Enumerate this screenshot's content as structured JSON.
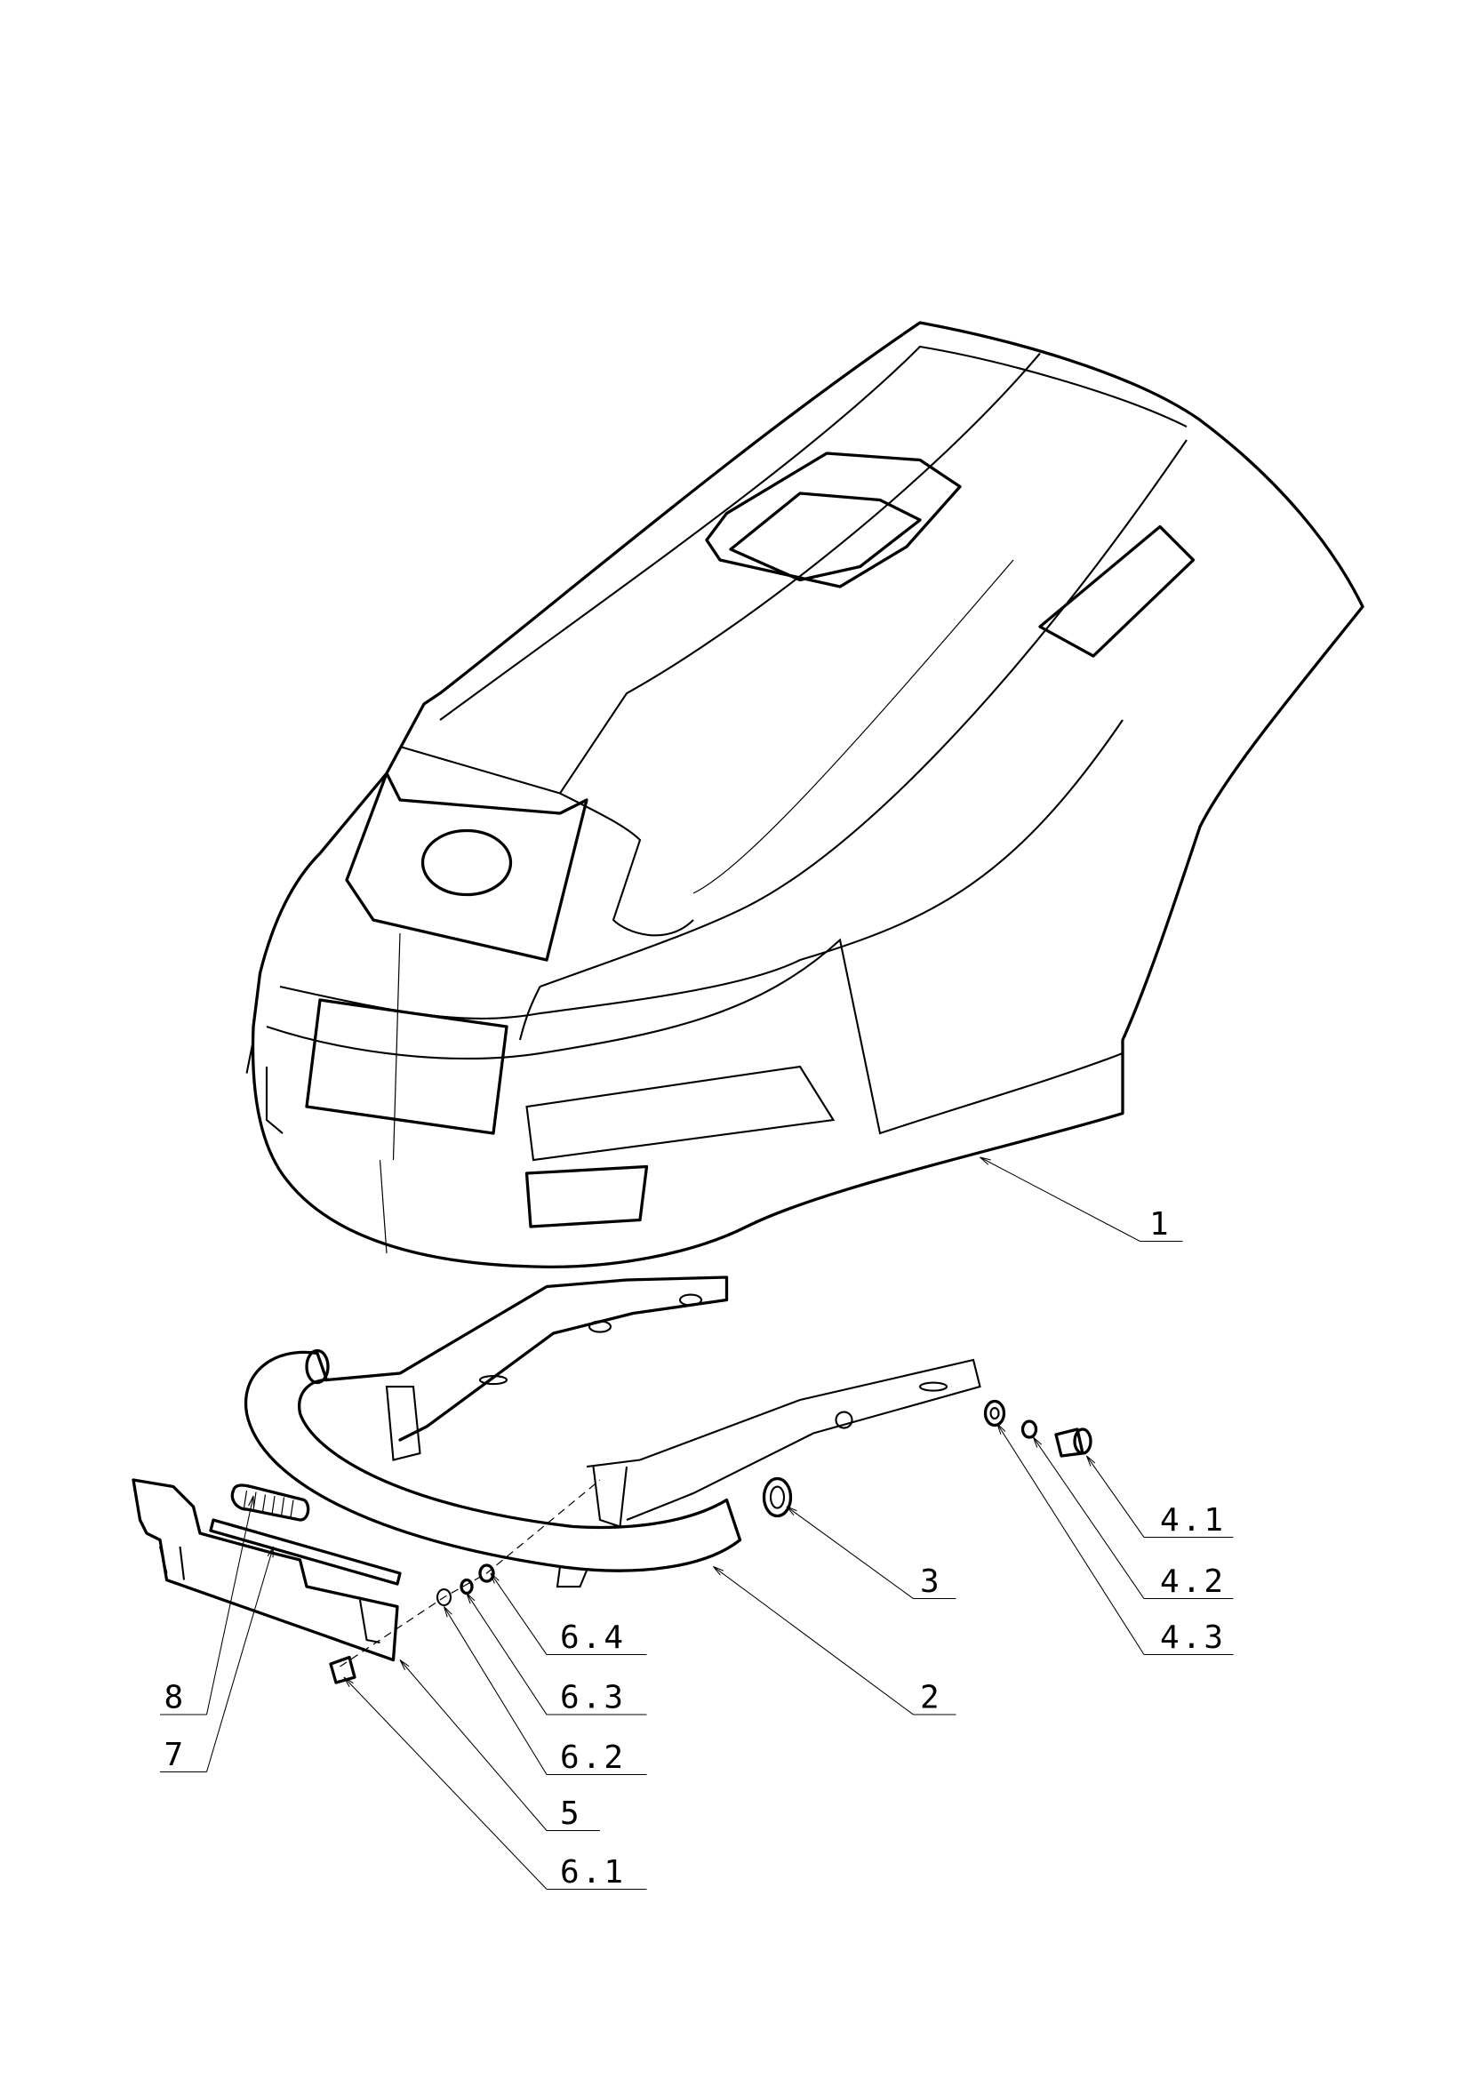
{
  "diagram": {
    "type": "exploded parts diagram",
    "callouts": [
      {
        "id": "1"
      },
      {
        "id": "2"
      },
      {
        "id": "3"
      },
      {
        "id": "4.1"
      },
      {
        "id": "4.2"
      },
      {
        "id": "4.3"
      },
      {
        "id": "5"
      },
      {
        "id": "6.1"
      },
      {
        "id": "6.2"
      },
      {
        "id": "6.3"
      },
      {
        "id": "6.4"
      },
      {
        "id": "7"
      },
      {
        "id": "8"
      }
    ]
  }
}
